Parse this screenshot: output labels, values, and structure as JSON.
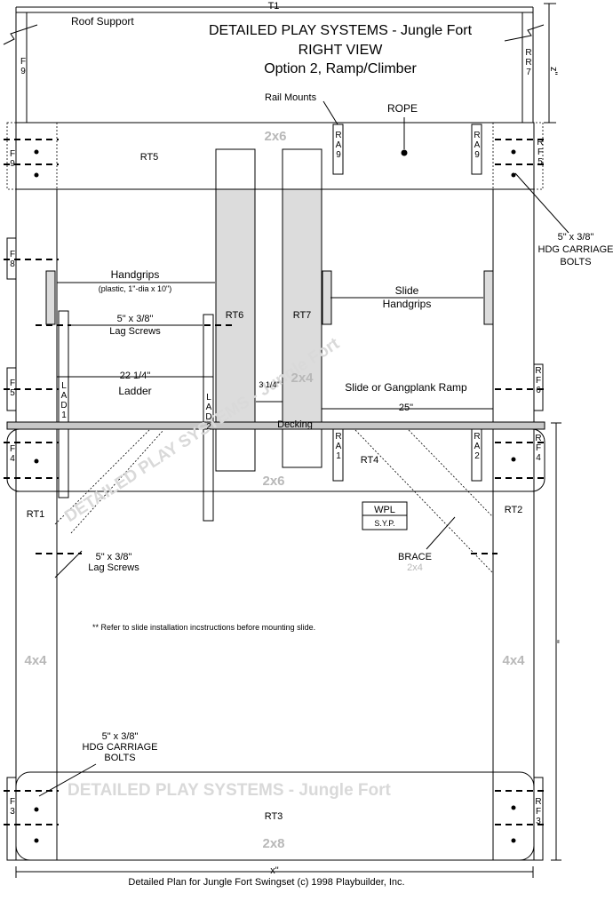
{
  "title": {
    "line1": "DETAILED PLAY SYSTEMS - Jungle Fort",
    "line2": "RIGHT VIEW",
    "line3": "Option 2, Ramp/Climber"
  },
  "labels": {
    "t1": "T1",
    "roof_support": "Roof Support",
    "rope": "ROPE",
    "rail_mounts": "Rail Mounts",
    "handgrips": "Handgrips",
    "handgrips_spec": "(plastic, 1\"-dia x 10\")",
    "lag_screws_size": "5\" x 3/8\"",
    "lag_screws": "Lag Screws",
    "ladder": "Ladder",
    "ladder_width": "22 1/4\"",
    "slide_handgrips_1": "Slide",
    "slide_handgrips_2": "Handgrips",
    "ramp": "Slide or Gangplank Ramp",
    "ramp_width": "25\"",
    "gap": "3 1/4\"",
    "decking": "Decking",
    "carriage_1": "5\" x 3/8\"",
    "carriage_2": "HDG CARRIAGE",
    "carriage_3": "BOLTS",
    "brace": "BRACE",
    "wpl": "WPL",
    "syp": "S.Y.P.",
    "note": "** Refer to slide installation incstructions before mounting slide.",
    "dim_z": "z\"",
    "dim_x": "x\"",
    "dim_side": "\"",
    "watermark_1": "DETAILED PLAY SYSTEMS - Jungle Fort",
    "watermark_2": "DETAILED PLAY SYSTEMS - Jungle Fort",
    "footer": "Detailed Plan for Jungle Fort Swingset (c) 1998  Playbuilder, Inc."
  },
  "parts": {
    "rt1": "RT1",
    "rt2": "RT2",
    "rt3": "RT3",
    "rt4": "RT4",
    "rt5": "RT5",
    "rt6": "RT6",
    "rt7": "RT7",
    "f9": "F9",
    "f8": "F8",
    "f5": "F5",
    "f4": "F4",
    "f3": "F3",
    "rr7": "RR7",
    "rf5": "RF5",
    "rf6": "RF6",
    "rf4": "RF4",
    "rf3": "RF3",
    "ra9": "RA9",
    "ra1": "RA1",
    "ra2": "RA2",
    "lad1": "LAD1",
    "lad2": "LAD2"
  },
  "lumber": {
    "top": "2x6",
    "mid": "2x6",
    "bottom": "2x8",
    "post_left": "4x4",
    "post_right": "4x4",
    "slide_rail": "2x4",
    "brace": "2x4"
  }
}
